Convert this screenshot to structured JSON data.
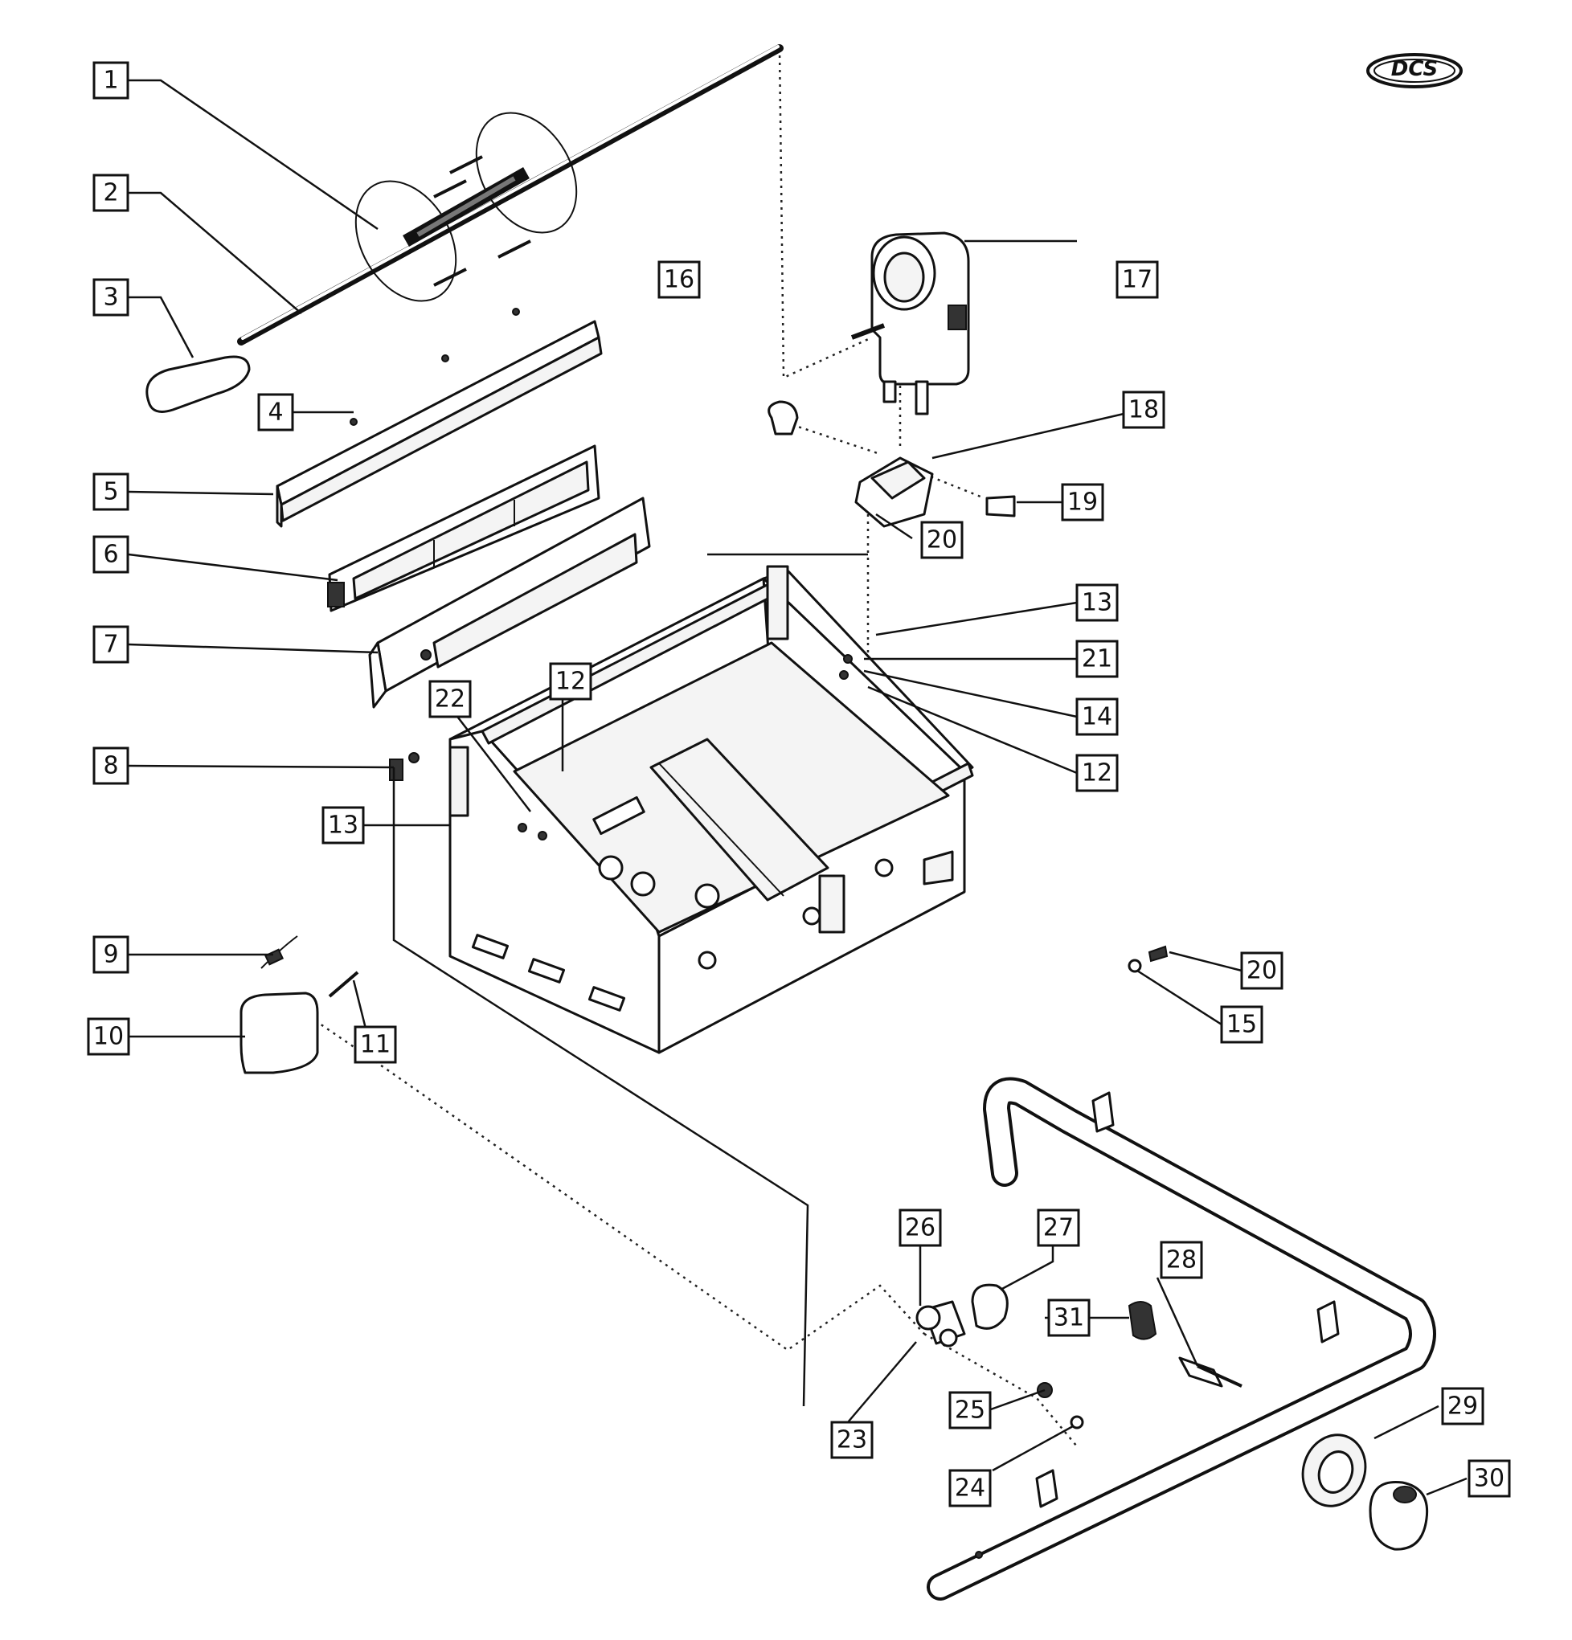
{
  "logo": {
    "text": "DCS"
  },
  "callouts": [
    {
      "id": "c1",
      "label": "1"
    },
    {
      "id": "c2",
      "label": "2"
    },
    {
      "id": "c3",
      "label": "3"
    },
    {
      "id": "c4",
      "label": "4"
    },
    {
      "id": "c5",
      "label": "5"
    },
    {
      "id": "c6",
      "label": "6"
    },
    {
      "id": "c7",
      "label": "7"
    },
    {
      "id": "c8",
      "label": "8"
    },
    {
      "id": "c9",
      "label": "9"
    },
    {
      "id": "c10",
      "label": "10"
    },
    {
      "id": "c11",
      "label": "11"
    },
    {
      "id": "c12a",
      "label": "12"
    },
    {
      "id": "c12b",
      "label": "12"
    },
    {
      "id": "c13a",
      "label": "13"
    },
    {
      "id": "c13b",
      "label": "13"
    },
    {
      "id": "c14",
      "label": "14"
    },
    {
      "id": "c15",
      "label": "15"
    },
    {
      "id": "c16",
      "label": "16"
    },
    {
      "id": "c17",
      "label": "17"
    },
    {
      "id": "c18",
      "label": "18"
    },
    {
      "id": "c19",
      "label": "19"
    },
    {
      "id": "c20a",
      "label": "20"
    },
    {
      "id": "c20b",
      "label": "20"
    },
    {
      "id": "c21",
      "label": "21"
    },
    {
      "id": "c22",
      "label": "22"
    },
    {
      "id": "c23",
      "label": "23"
    },
    {
      "id": "c24",
      "label": "24"
    },
    {
      "id": "c25",
      "label": "25"
    },
    {
      "id": "c26",
      "label": "26"
    },
    {
      "id": "c27",
      "label": "27"
    },
    {
      "id": "c28",
      "label": "28"
    },
    {
      "id": "c29",
      "label": "29"
    },
    {
      "id": "c30",
      "label": "30"
    },
    {
      "id": "c31",
      "label": "31"
    }
  ]
}
